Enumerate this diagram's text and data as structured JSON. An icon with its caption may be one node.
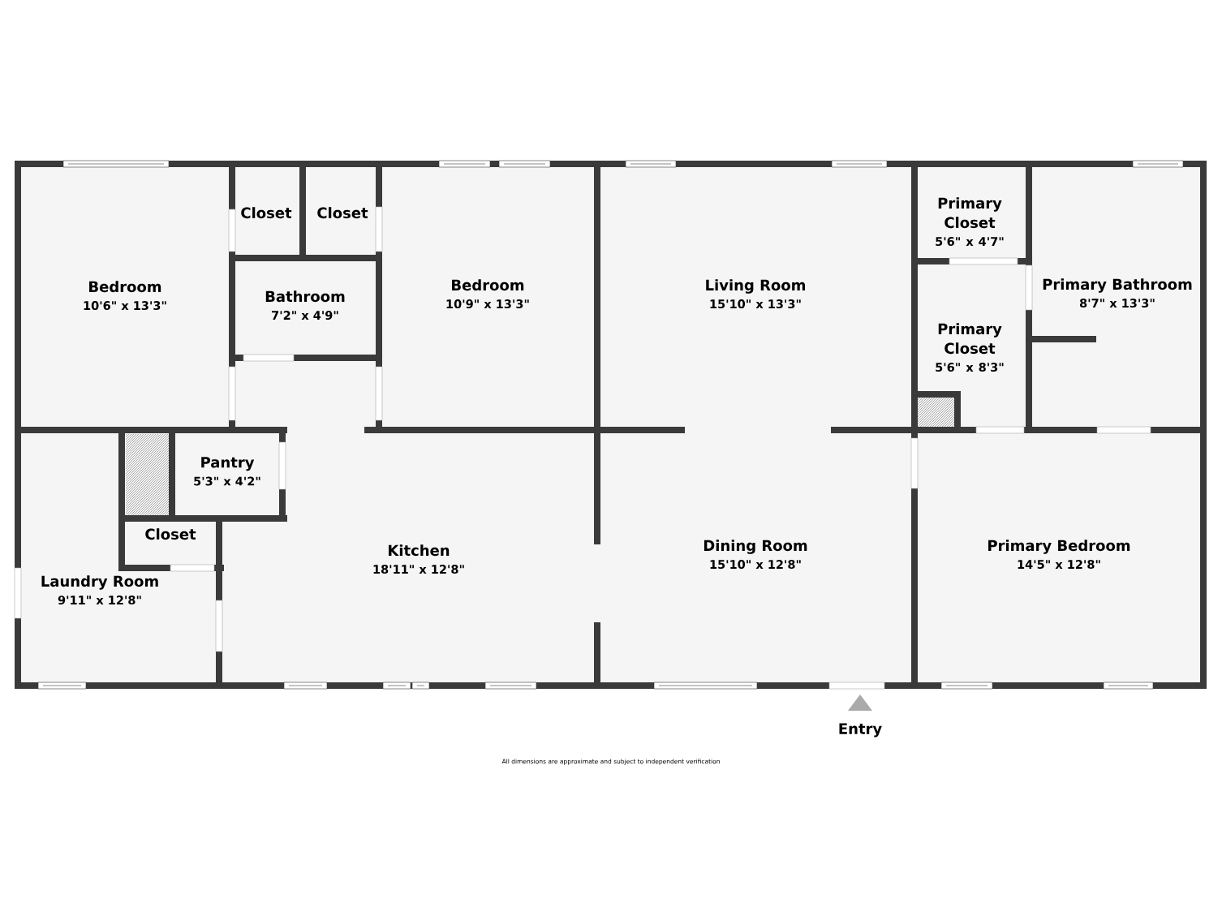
{
  "diagram": {
    "caption": "All dimensions are approximate and subject to independent verification",
    "nodes": [
      {
        "text": [
          "Bedroom",
          "10'6\" x 13'3\""
        ]
      },
      {
        "text": [
          "Closet"
        ]
      },
      {
        "text": [
          "Closet"
        ]
      },
      {
        "text": [
          "Bathroom",
          "7'2\" x 4'9\""
        ]
      },
      {
        "text": [
          "Bedroom",
          "10'9\" x 13'3\""
        ]
      },
      {
        "text": [
          "Living Room",
          "15'10\" x 13'3\""
        ]
      },
      {
        "text": [
          "Primary Closet",
          "5'6\" x 4'7\""
        ]
      },
      {
        "text": [
          "Primary Bathroom",
          "8'7\" x 13'3\""
        ]
      },
      {
        "text": [
          "Primary Closet",
          "5'6\" x 8'3\""
        ]
      },
      {
        "text": [
          "Pantry",
          "5'3\" x 4'2\""
        ]
      },
      {
        "text": [
          "Closet"
        ]
      },
      {
        "text": [
          "Laundry Room",
          "9'11\" x 12'8\""
        ]
      },
      {
        "text": [
          "Kitchen",
          "18'11\" x 12'8\""
        ]
      },
      {
        "text": [
          "Dining Room",
          "15'10\" x 12'8\""
        ]
      },
      {
        "text": [
          "Primary Bedroom",
          "14'5\" x 12'8\""
        ]
      }
    ],
    "labels": [
      "Entry"
    ]
  }
}
